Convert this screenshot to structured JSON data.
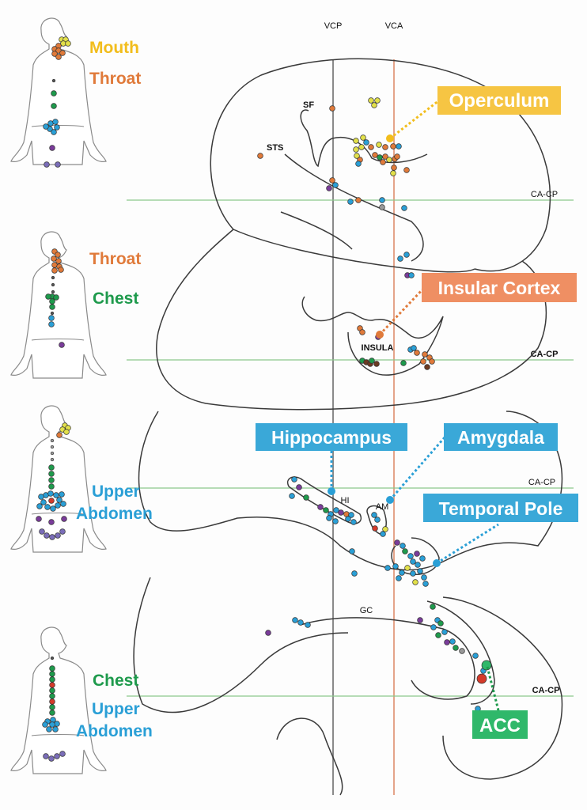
{
  "colors": {
    "mouth": "#f2bd1c",
    "throat": "#e07a3a",
    "chest": "#1e9a4c",
    "abdomen": "#2a9fd6",
    "pelvis": "#7a3c9a",
    "lower": "#7a6db8",
    "operculum_box": "#f6c543",
    "insula_box": "#ef8f63",
    "blue_box": "#3aa8d8",
    "acc_box": "#2fb86a",
    "vcp_line": "#8a8a8a",
    "vca_line": "#e4a48a",
    "cacp_line": "#8cc88c"
  },
  "axes": {
    "vcp": "VCP",
    "vca": "VCA",
    "cacp": "CA-CP"
  },
  "panels": [
    {
      "body_labels": [
        {
          "text": "Mouth",
          "color_key": "mouth"
        },
        {
          "text": "Throat",
          "color_key": "throat"
        }
      ],
      "brain_labels": [
        "SF",
        "STS"
      ],
      "regions": [
        {
          "text": "Operculum",
          "box": "operculum_box"
        }
      ]
    },
    {
      "body_labels": [
        {
          "text": "Throat",
          "color_key": "throat"
        },
        {
          "text": "Chest",
          "color_key": "chest"
        }
      ],
      "brain_labels": [
        "INSULA"
      ],
      "regions": [
        {
          "text": "Insular Cortex",
          "box": "insula_box"
        }
      ]
    },
    {
      "body_labels": [
        {
          "text": "Upper",
          "color_key": "abdomen"
        },
        {
          "text": "Abdomen",
          "color_key": "abdomen"
        }
      ],
      "brain_labels": [
        "HI",
        "AM"
      ],
      "regions": [
        {
          "text": "Hippocampus",
          "box": "blue_box"
        },
        {
          "text": "Amygdala",
          "box": "blue_box"
        },
        {
          "text": "Temporal Pole",
          "box": "blue_box"
        }
      ]
    },
    {
      "body_labels": [
        {
          "text": "Chest",
          "color_key": "chest"
        },
        {
          "text": "Upper",
          "color_key": "abdomen"
        },
        {
          "text": "Abdomen",
          "color_key": "abdomen"
        }
      ],
      "brain_labels": [
        "GC"
      ],
      "regions": [
        {
          "text": "ACC",
          "box": "acc_box"
        }
      ]
    }
  ]
}
